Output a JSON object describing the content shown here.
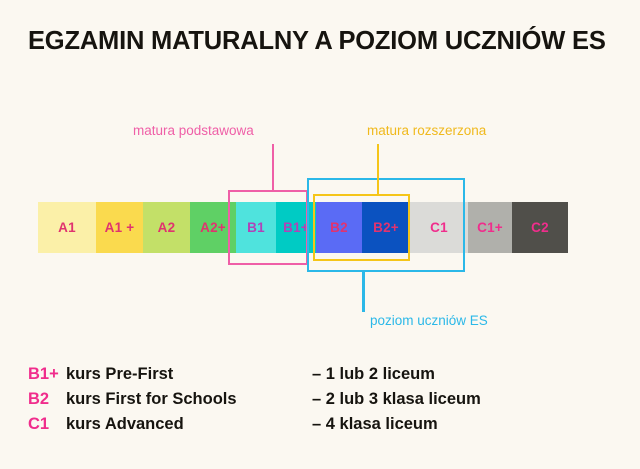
{
  "header": {
    "title": "EGZAMIN MATURALNY A POZIOM UCZNIÓW ES"
  },
  "colors": {
    "background": "#fbf8f1",
    "title": "#16140f",
    "pink_accent": "#ef5fa7",
    "orange_accent": "#f5c518",
    "cyan_accent": "#2bb8e8",
    "legend_code": "#f02d8c"
  },
  "level_bar": {
    "segments": [
      {
        "label": "A1",
        "fill": "#fbf0a8",
        "text": "#e0336f",
        "width": 58
      },
      {
        "label": "A1 +",
        "fill": "#fada4e",
        "text": "#e0336f",
        "width": 47
      },
      {
        "label": "A2",
        "fill": "#c3e068",
        "text": "#e0336f",
        "width": 47
      },
      {
        "label": "A2+",
        "fill": "#5fd065",
        "text": "#e0336f",
        "width": 46
      },
      {
        "label": "B1",
        "fill": "#4fe3dd",
        "text": "#b043b8",
        "width": 40
      },
      {
        "label": "B1+",
        "fill": "#00cbc4",
        "text": "#b043b8",
        "width": 40
      },
      {
        "label": "B2",
        "fill": "#5a6bf5",
        "text": "#e0336f",
        "width": 46
      },
      {
        "label": "B2+",
        "fill": "#0b52c0",
        "text": "#e0336f",
        "width": 48
      },
      {
        "label": "C1",
        "fill": "#dbdbd8",
        "text": "#f02d8c",
        "width": 58
      },
      {
        "label": "C1+",
        "fill": "#b0b0ab",
        "text": "#f02d8c",
        "width": 44
      },
      {
        "label": "C2",
        "fill": "#504f4a",
        "text": "#f02d8c",
        "width": 56
      }
    ]
  },
  "annotations": {
    "basic_exam": {
      "label": "matura podstawowa",
      "color": "#ef5fa7"
    },
    "extended_exam": {
      "label": "matura rozszerzona",
      "color": "#f0b91d"
    },
    "es_level": {
      "label": "poziom uczniów ES",
      "color": "#2bb8e8"
    }
  },
  "legend": {
    "rows": [
      {
        "code": "B1+",
        "course": "kurs Pre-First",
        "grade": "– 1 lub 2 liceum"
      },
      {
        "code": "B2",
        "course": "kurs First for Schools",
        "grade": "– 2 lub 3 klasa liceum"
      },
      {
        "code": "C1",
        "course": "kurs Advanced",
        "grade": "– 4 klasa liceum"
      }
    ]
  }
}
